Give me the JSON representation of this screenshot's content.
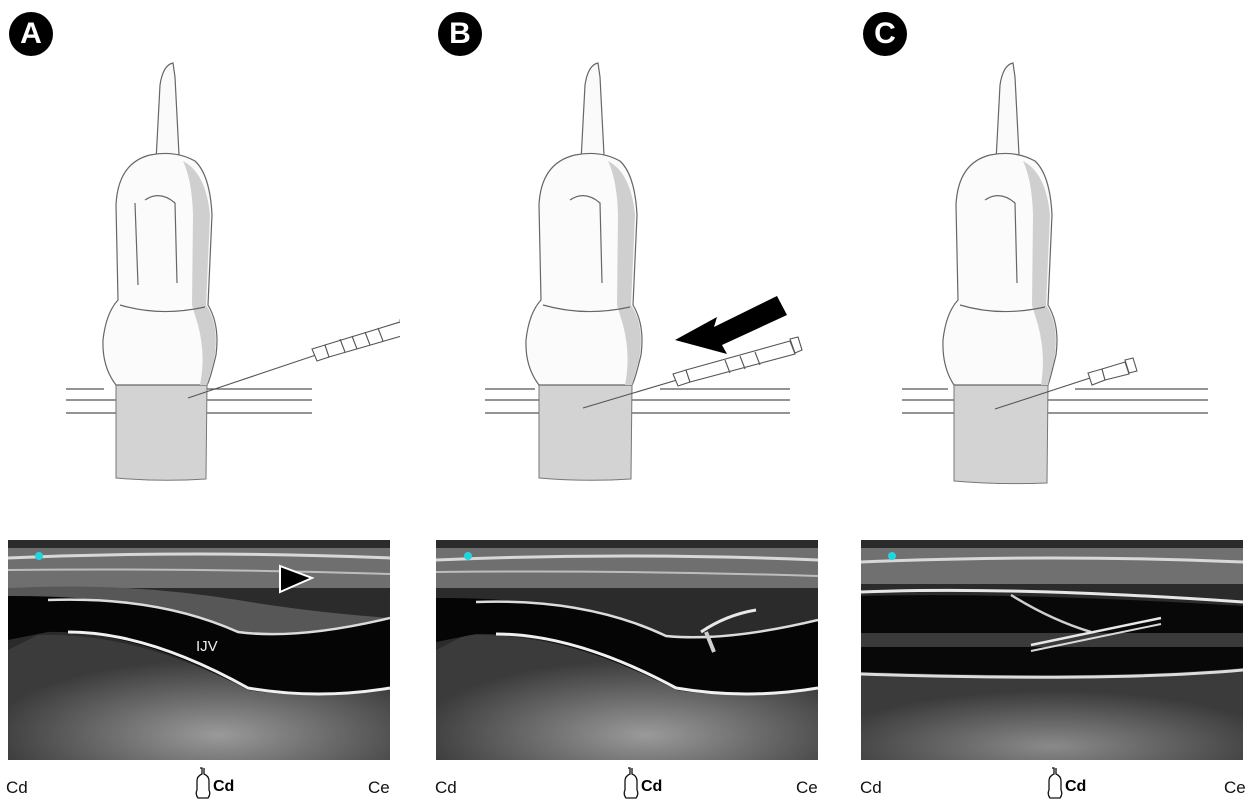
{
  "panels": [
    {
      "letter": "A",
      "left_caption": "Cd",
      "probe_caption": "Cd",
      "right_caption": "Ce",
      "vessel_label": "IJV"
    },
    {
      "letter": "B",
      "left_caption": "Cd",
      "probe_caption": "Cd",
      "right_caption": "Ce"
    },
    {
      "letter": "C",
      "left_caption": "Cd",
      "probe_caption": "Cd",
      "right_caption": "Ce"
    }
  ],
  "colors": {
    "marker_dot": "#21d4e0",
    "probe_fill": "#d4d4d4",
    "badge": "#000000"
  }
}
